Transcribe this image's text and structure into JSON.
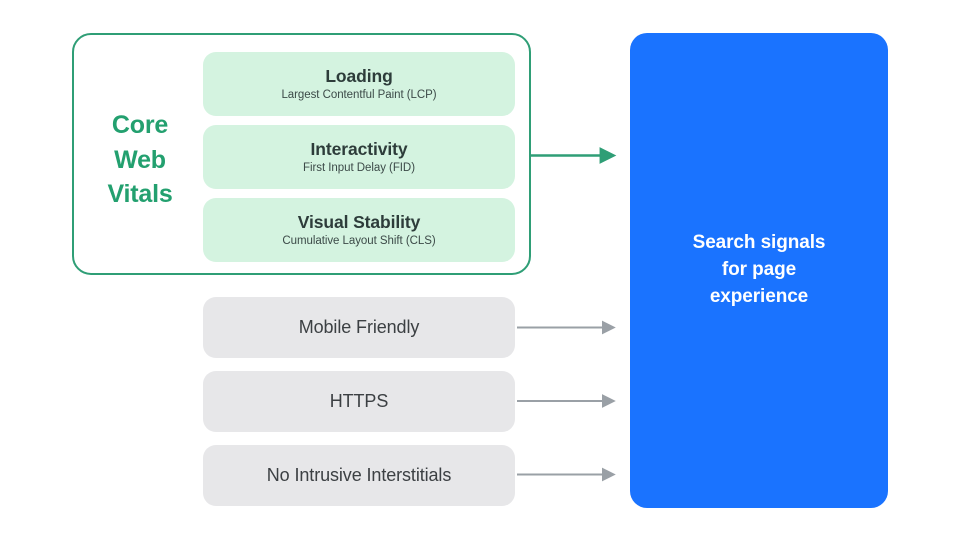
{
  "diagram": {
    "title": "Search signals for page experience",
    "background_color": "#ffffff",
    "core_web_vitals": {
      "label_lines": [
        "Core",
        "Web",
        "Vitals"
      ],
      "label_color": "#23a06f",
      "border_color": "#2f9e76",
      "card_color": "#d4f3e0",
      "metrics": [
        {
          "title": "Loading",
          "subtitle": "Largest Contentful Paint (LCP)"
        },
        {
          "title": "Interactivity",
          "subtitle": "First Input Delay (FID)"
        },
        {
          "title": "Visual Stability",
          "subtitle": "Cumulative Layout Shift (CLS)"
        }
      ]
    },
    "other_signals": {
      "card_color": "#e7e7e9",
      "items": [
        {
          "title": "Mobile Friendly"
        },
        {
          "title": "HTTPS"
        },
        {
          "title": "No Intrusive Interstitials"
        }
      ]
    },
    "destination": {
      "color": "#1a73ff",
      "text_color": "#ffffff",
      "lines": [
        "Search signals",
        "for page",
        "experience"
      ]
    },
    "arrows": {
      "core_web_vitals_arrow_color": "#2f9e76",
      "signal_arrow_color": "#9aa0a6"
    }
  }
}
